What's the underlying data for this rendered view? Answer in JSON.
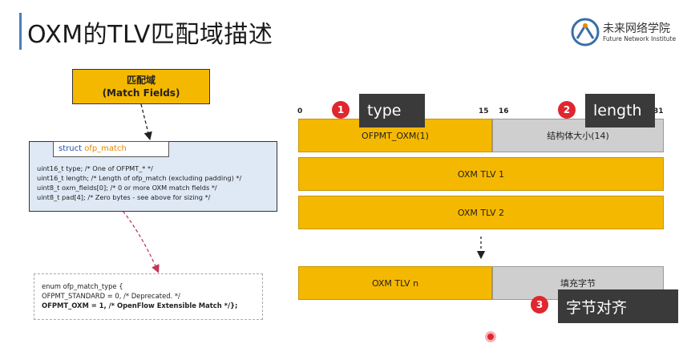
{
  "slide": {
    "title": "OXM的TLV匹配域描述",
    "logo_cn": "未来网络学院",
    "logo_en": "Future Network Institute"
  },
  "left": {
    "match_fields_line1": "匹配域",
    "match_fields_line2": "(Match Fields)",
    "struct_keyword": "struct",
    "struct_name": "ofp_match",
    "code": [
      "uint16_t type;              /* One of OFPMT_* */",
      "uint16_t length;           /* Length of ofp_match (excluding padding) */",
      "uint8_t oxm_fields[0];  /* 0 or more OXM match fields */",
      "uint8_t pad[4];             /* Zero bytes - see above for sizing */"
    ],
    "enum_lines": [
      "enum ofp_match_type {",
      "OFPMT_STANDARD = 0,   /* Deprecated. */",
      "OFPMT_OXM = 1,            /* OpenFlow Extensible Match */};"
    ]
  },
  "right": {
    "bits": [
      "0",
      "15",
      "16",
      "31"
    ],
    "rows": [
      {
        "left": "OFPMT_OXM(1)",
        "right": "结构体大小(14)"
      },
      {
        "full": "OXM TLV 1"
      },
      {
        "full": "OXM TLV 2"
      },
      {
        "left": "OXM TLV n",
        "right": "填充字节"
      }
    ],
    "callouts": [
      {
        "num": "1",
        "text": "type"
      },
      {
        "num": "2",
        "text": "length"
      },
      {
        "num": "3",
        "text": "字节对齐"
      }
    ]
  },
  "colors": {
    "field_yellow": "#f5b800",
    "field_gray": "#cfcfcf",
    "badge_red": "#e0262e",
    "callout_bg": "#3a3a3a"
  }
}
